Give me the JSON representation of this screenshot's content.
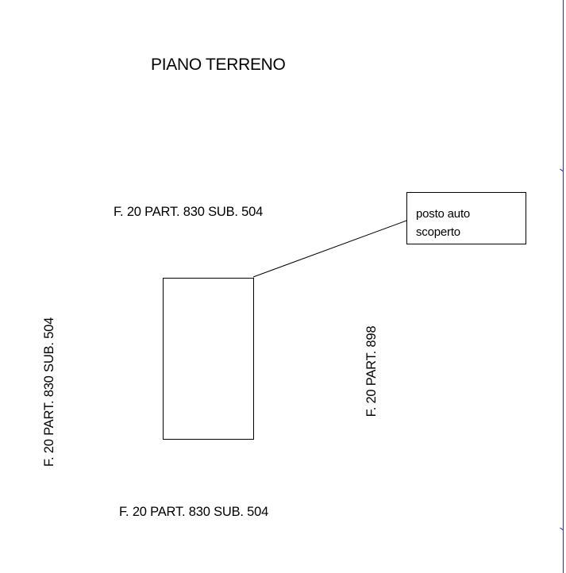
{
  "drawing": {
    "title": "PIANO TERRENO",
    "top_label": "F. 20 PART. 830 SUB. 504",
    "bottom_label": "F. 20 PART. 830 SUB. 504",
    "left_label": "F. 20 PART. 830 SUB. 504",
    "right_label": "F. 20 PART. 898",
    "callout": {
      "line1": "posto auto",
      "line2": "scoperto"
    }
  },
  "colors": {
    "ink": "#000000",
    "frame": "#2b2bd6",
    "background": "#ffffff"
  }
}
